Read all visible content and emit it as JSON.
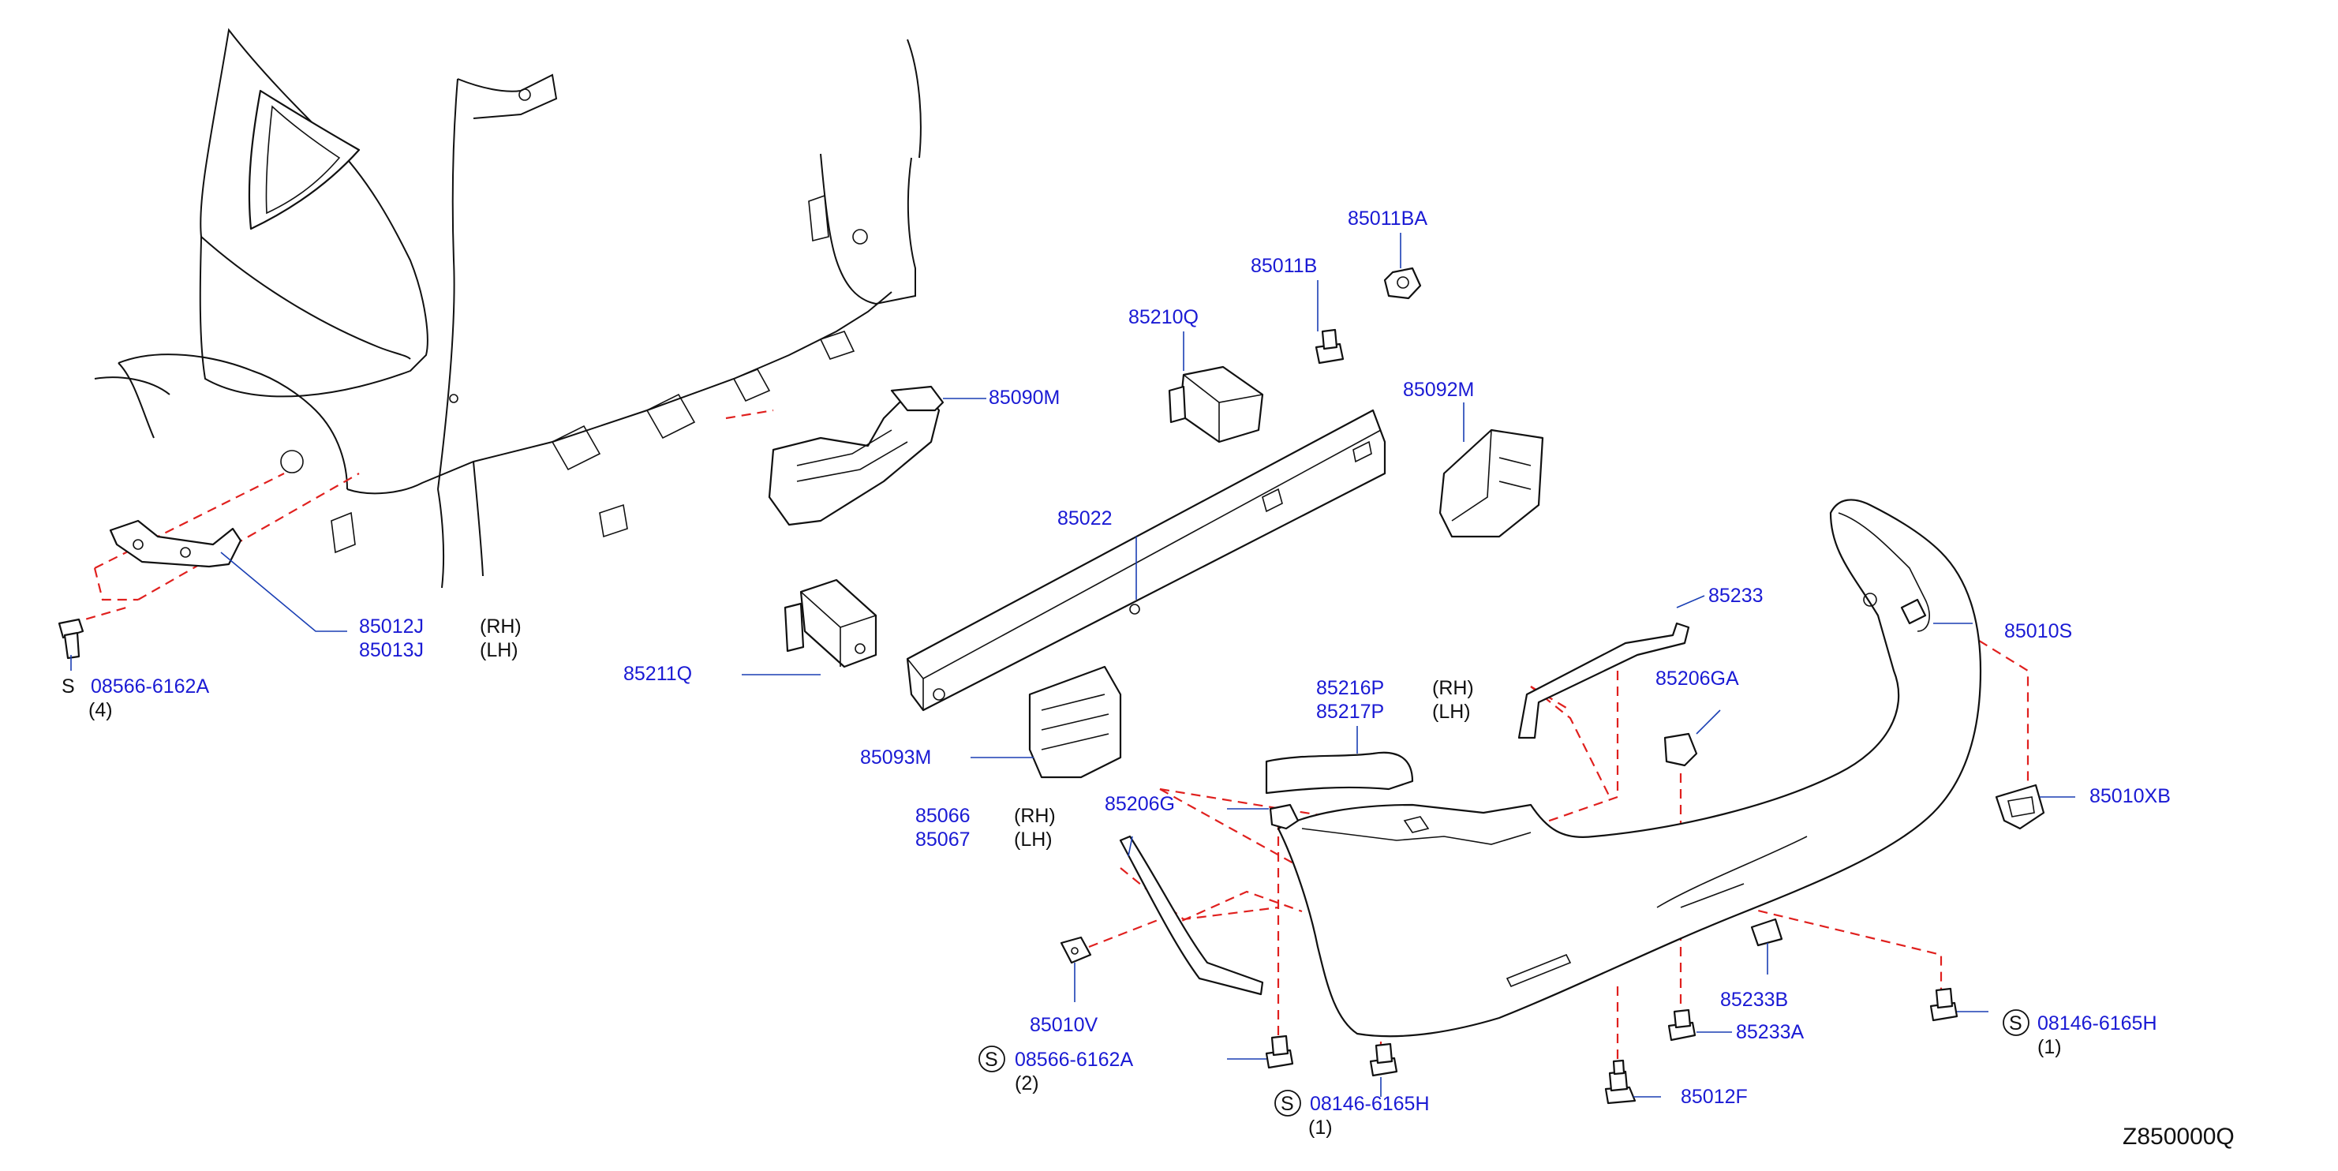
{
  "diagram_code": "Z850000Q",
  "callouts": [
    {
      "id": "c1",
      "parts": [
        "85011BA"
      ]
    },
    {
      "id": "c2",
      "parts": [
        "85011B"
      ]
    },
    {
      "id": "c3",
      "parts": [
        "85210Q"
      ]
    },
    {
      "id": "c4",
      "parts": [
        "85090M"
      ]
    },
    {
      "id": "c5",
      "parts": [
        "85092M"
      ]
    },
    {
      "id": "c6",
      "parts": [
        "85022"
      ]
    },
    {
      "id": "c7",
      "parts": [
        "85233"
      ]
    },
    {
      "id": "c8",
      "parts": [
        "85012J",
        "85013J"
      ],
      "sides": [
        "(RH)",
        "(LH)"
      ]
    },
    {
      "id": "c9",
      "parts": [
        "85010S"
      ]
    },
    {
      "id": "c10",
      "parts": [
        "85211Q"
      ]
    },
    {
      "id": "c11",
      "parts": [
        "85216P",
        "85217P"
      ],
      "sides": [
        "(RH)",
        "(LH)"
      ]
    },
    {
      "id": "c12",
      "parts": [
        "85206GA"
      ]
    },
    {
      "id": "c13",
      "parts": [
        "08566-6162A"
      ],
      "symbol": "S",
      "qty": "(4)"
    },
    {
      "id": "c14",
      "parts": [
        "85093M"
      ]
    },
    {
      "id": "c15",
      "parts": [
        "85010XB"
      ]
    },
    {
      "id": "c16",
      "parts": [
        "85066",
        "85067"
      ],
      "sides": [
        "(RH)",
        "(LH)"
      ]
    },
    {
      "id": "c17",
      "parts": [
        "85206G"
      ]
    },
    {
      "id": "c18",
      "parts": [
        "85233B"
      ]
    },
    {
      "id": "c19",
      "parts": [
        "85010V"
      ]
    },
    {
      "id": "c20",
      "parts": [
        "85233A"
      ]
    },
    {
      "id": "c21",
      "parts": [
        "08146-6165H"
      ],
      "symbol": "S",
      "qty": "(1)"
    },
    {
      "id": "c22",
      "parts": [
        "08566-6162A"
      ],
      "symbol": "S",
      "qty": "(2)"
    },
    {
      "id": "c23",
      "parts": [
        "08146-6165H"
      ],
      "symbol": "S",
      "qty": "(1)"
    },
    {
      "id": "c24",
      "parts": [
        "85012F"
      ]
    }
  ],
  "colors": {
    "part_number": "#1a1ad4",
    "leader_line": "#1a3fb4",
    "hidden_line": "#e0201e",
    "outline": "#111111"
  }
}
